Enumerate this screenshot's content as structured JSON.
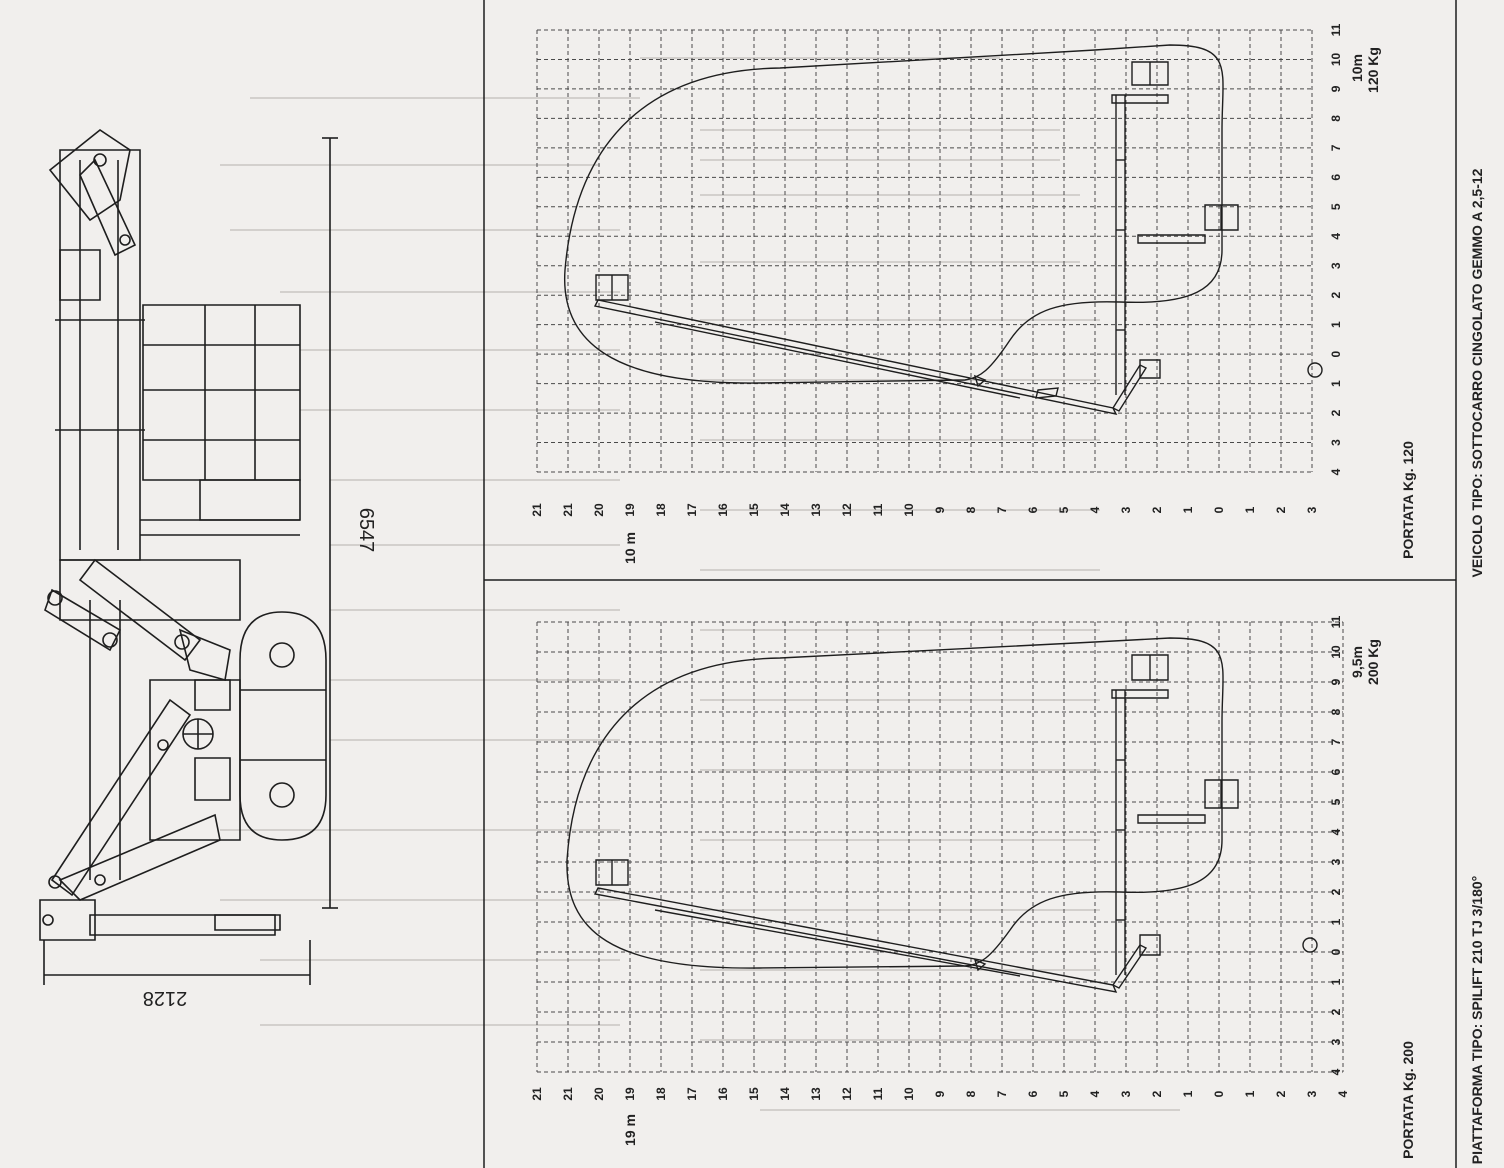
{
  "dimensions": {
    "height": "6547",
    "width": "2128"
  },
  "charts": [
    {
      "id": "upper",
      "portata": "PORTATA Kg. 120",
      "max_height": "10 m",
      "annotation_height": "10m",
      "annotation_load": "120 Kg",
      "x_ticks": [
        "21",
        "21",
        "20",
        "19",
        "18",
        "17",
        "16",
        "15",
        "14",
        "13",
        "12",
        "11",
        "10",
        "9",
        "8",
        "7",
        "6",
        "5",
        "4",
        "3",
        "2",
        "1",
        "0",
        "1",
        "2",
        "3"
      ],
      "y_ticks": [
        "11",
        "10",
        "9",
        "8",
        "7",
        "6",
        "5",
        "4",
        "3",
        "2",
        "1",
        "0",
        "1",
        "2",
        "3",
        "4"
      ]
    },
    {
      "id": "lower",
      "portata": "PORTATA Kg. 200",
      "max_height": "19 m",
      "annotation_height": "9,5m",
      "annotation_load": "200 Kg",
      "x_ticks": [
        "21",
        "21",
        "20",
        "19",
        "18",
        "17",
        "16",
        "15",
        "14",
        "13",
        "12",
        "11",
        "10",
        "9",
        "8",
        "7",
        "6",
        "5",
        "4",
        "3",
        "2",
        "1",
        "0",
        "1",
        "2",
        "3",
        "4"
      ],
      "y_ticks": [
        "11",
        "10",
        "9",
        "8",
        "7",
        "6",
        "5",
        "4",
        "3",
        "2",
        "1",
        "0",
        "1",
        "2",
        "3",
        "4"
      ]
    }
  ],
  "footer": {
    "vehicle": "VEICOLO TIPO:    SOTTOCARRO CINGOLATO GEMMO A 2,5-12",
    "platform": "PIATTAFORMA TIPO:  SPILIFT 210 TJ 3/180°"
  }
}
